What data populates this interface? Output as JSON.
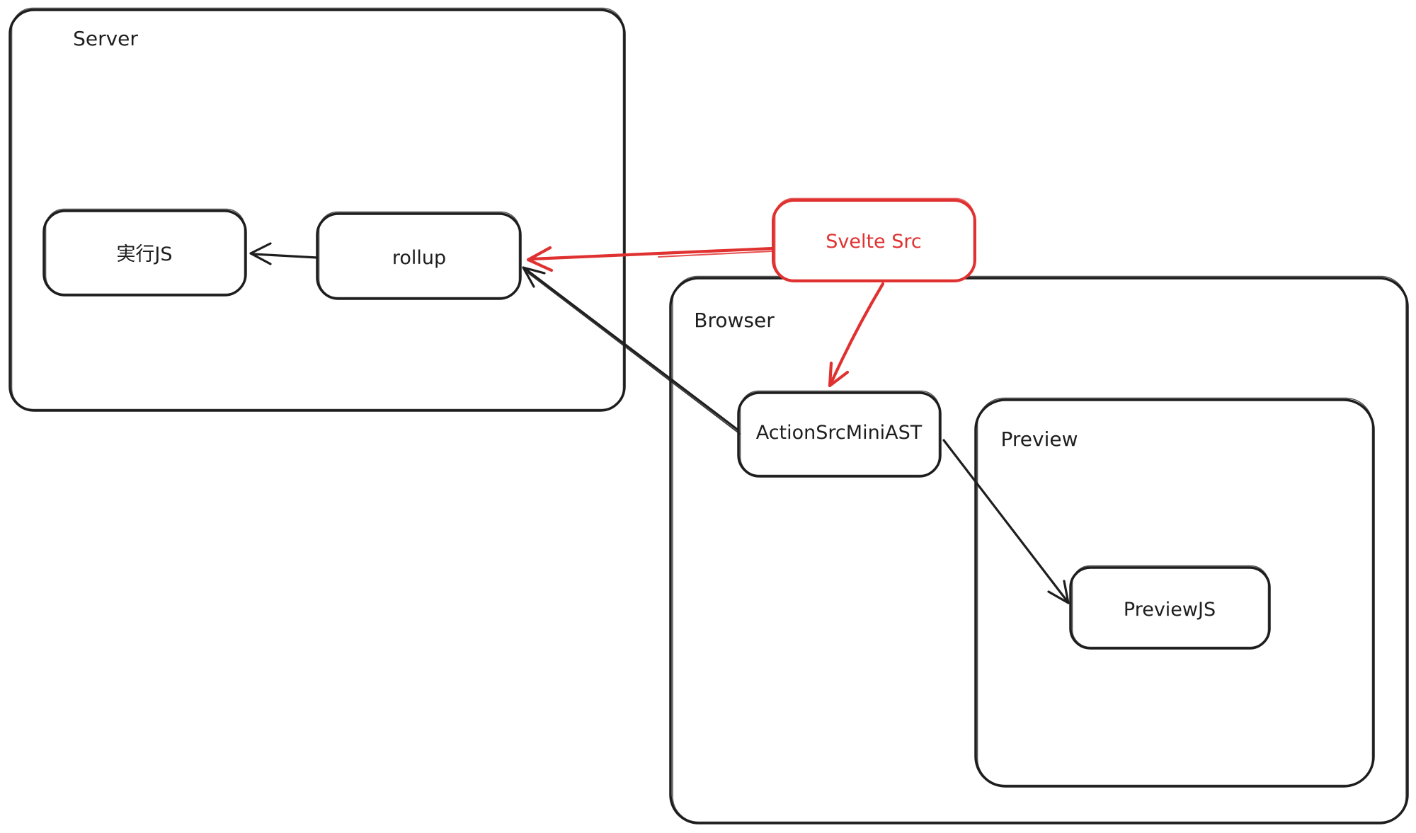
{
  "colors": {
    "ink": "#1e1e1e",
    "accent": "#e03131",
    "background": "#ffffff"
  },
  "containers": {
    "server": {
      "label": "Server"
    },
    "browser": {
      "label": "Browser"
    },
    "preview": {
      "label": "Preview"
    }
  },
  "nodes": {
    "exec_js": {
      "label": "実行JS"
    },
    "rollup": {
      "label": "rollup"
    },
    "svelte_src": {
      "label": "Svelte Src"
    },
    "action_src_mini_ast": {
      "label": "ActionSrcMiniAST"
    },
    "preview_js": {
      "label": "PreviewJS"
    }
  },
  "edges": [
    {
      "from": "rollup",
      "to": "exec_js",
      "color": "#1e1e1e"
    },
    {
      "from": "action_src_mini_ast",
      "to": "rollup",
      "color": "#1e1e1e"
    },
    {
      "from": "action_src_mini_ast",
      "to": "preview_js",
      "color": "#1e1e1e"
    },
    {
      "from": "svelte_src",
      "to": "rollup",
      "color": "#e03131"
    },
    {
      "from": "svelte_src",
      "to": "action_src_mini_ast",
      "color": "#e03131"
    }
  ]
}
